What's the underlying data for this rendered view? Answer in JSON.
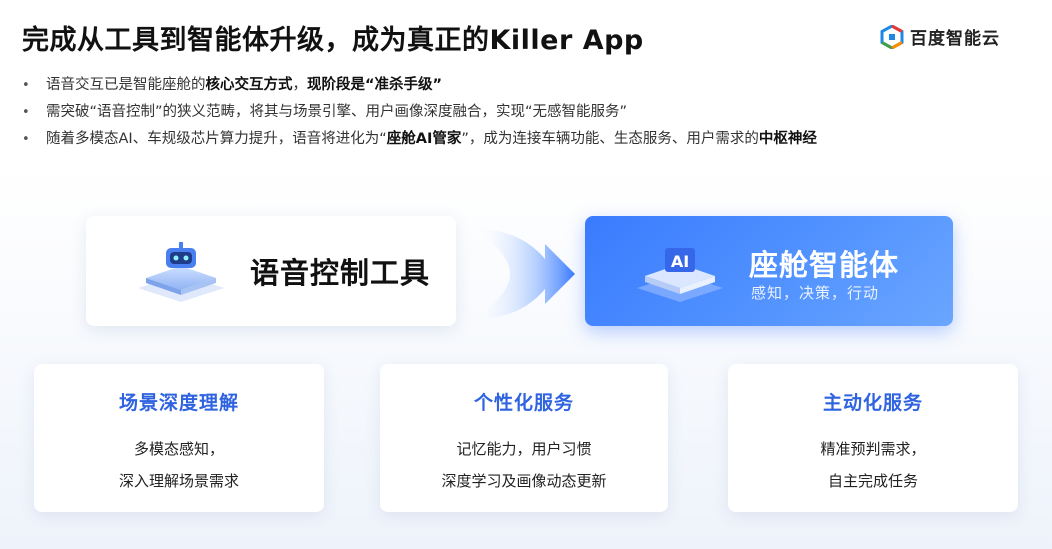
{
  "title": "完成从工具到智能体升级，成为真正的Killer App",
  "logo": {
    "text": "百度智能云",
    "colors": [
      "#e53935",
      "#1e88e5",
      "#43a047",
      "#fb8c00"
    ]
  },
  "bullets": [
    {
      "parts": [
        {
          "t": "语音交互已是智能座舱的"
        },
        {
          "t": "核心交互方式",
          "b": true
        },
        {
          "t": "，"
        },
        {
          "t": "现阶段是“准杀手级”",
          "b": true
        }
      ]
    },
    {
      "parts": [
        {
          "t": "需突破“语音控制”的狭义范畴，将其与场景引擎、用户画像深度融合，实现“无感智能服务”"
        }
      ]
    },
    {
      "parts": [
        {
          "t": "随着多模态AI、车规级芯片算力提升，语音将进化为“"
        },
        {
          "t": "座舱AI管家",
          "b": true
        },
        {
          "t": "”，成为连接车辆功能、生态服务、用户需求的"
        },
        {
          "t": "中枢神经",
          "b": true
        }
      ]
    }
  ],
  "tool_card": {
    "title": "语音控制工具",
    "icon": "robot-chip-icon"
  },
  "agent_card": {
    "title": "座舱智能体",
    "subtitle": "感知，决策，行动",
    "icon": "ai-chip-icon",
    "icon_text": "AI"
  },
  "features": [
    {
      "title": "场景深度理解",
      "lines": [
        "多模态感知，",
        "深入理解场景需求"
      ]
    },
    {
      "title": "个性化服务",
      "lines": [
        "记忆能力，用户习惯",
        "深度学习及画像动态更新"
      ]
    },
    {
      "title": "主动化服务",
      "lines": [
        "精准预判需求，",
        "自主完成任务"
      ]
    }
  ],
  "colors": {
    "accent": "#2f63e0",
    "agent_gradient_start": "#3a7bff",
    "agent_gradient_end": "#6aa6ff"
  }
}
